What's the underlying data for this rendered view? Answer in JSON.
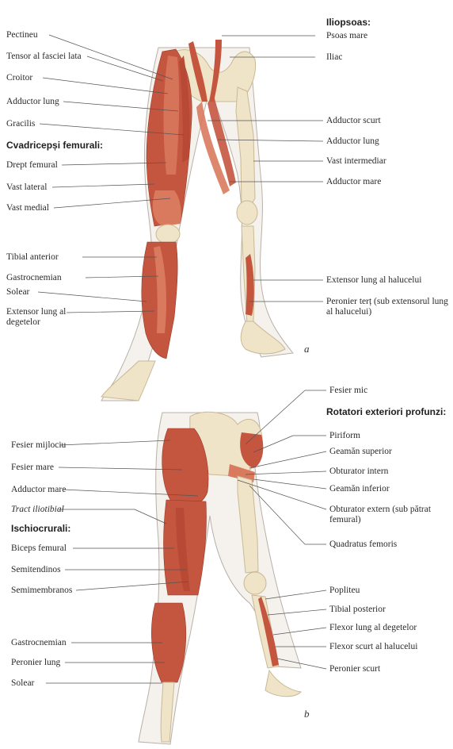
{
  "colors": {
    "muscle": "#c4553f",
    "muscle_light": "#d97a5e",
    "bone": "#efe3c8",
    "skin": "#f4f4f4",
    "line": "#555555"
  },
  "panel_a": {
    "letter": "a",
    "left_labels": [
      "Pectineu",
      "Tensor al fasciei lata",
      "Croitor",
      "Adductor lung",
      "Gracilis"
    ],
    "left_header": "Cvadricepși femurali:",
    "left_labels_2": [
      "Drept femural",
      "Vast lateral",
      "Vast medial"
    ],
    "left_labels_3": [
      "Tibial anterior",
      "Gastrocnemian",
      "Solear",
      "Extensor lung al degetelor"
    ],
    "right_header": "Iliopsoas:",
    "right_labels": [
      "Psoas mare",
      "Iliac",
      "Adductor scurt",
      "Adductor lung",
      "Vast intermediar",
      "Adductor mare",
      "Extensor lung al halucelui",
      "Peronier terț (sub extensorul lung al halucelui)"
    ]
  },
  "panel_b": {
    "letter": "b",
    "top_label": "Fesier mic",
    "right_header": "Rotatori exteriori profunzi:",
    "right_labels": [
      "Piriform",
      "Geamăn superior",
      "Obturator intern",
      "Geamăn inferior",
      "Obturator extern (sub pătrat femural)",
      "Quadratus femoris",
      "Popliteu",
      "Tibial posterior",
      "Flexor lung al degetelor",
      "Flexor scurt al halucelui",
      "Peronier scurt"
    ],
    "left_labels": [
      "Fesier mijlociu",
      "Fesier mare",
      "Adductor mare",
      "Tract iliotibial"
    ],
    "left_header": "Ischiocrurali:",
    "left_labels_2": [
      "Biceps femural",
      "Semitendinos",
      "Semimembranos",
      "Gastrocnemian",
      "Peronier lung",
      "Solear"
    ]
  }
}
